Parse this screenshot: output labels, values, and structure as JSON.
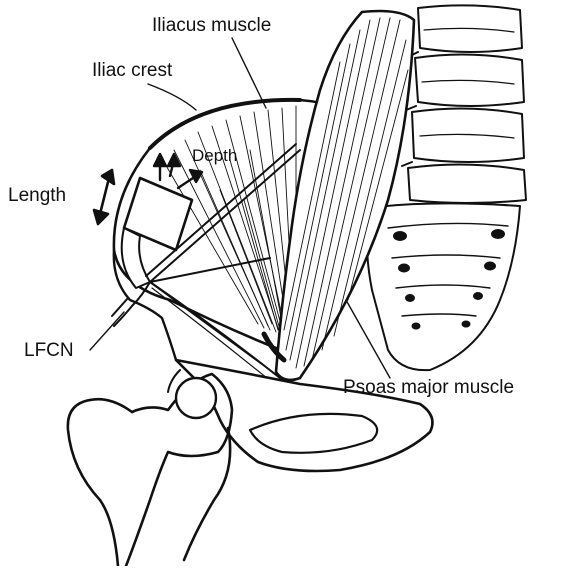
{
  "labels": {
    "iliacus": "Iliacus muscle",
    "iliac_crest": "Iliac crest",
    "depth": "Depth",
    "length": "Length",
    "lfcn": "LFCN",
    "psoas": "Psoas major muscle"
  },
  "colors": {
    "ink": "#111111",
    "background": "#ffffff"
  }
}
